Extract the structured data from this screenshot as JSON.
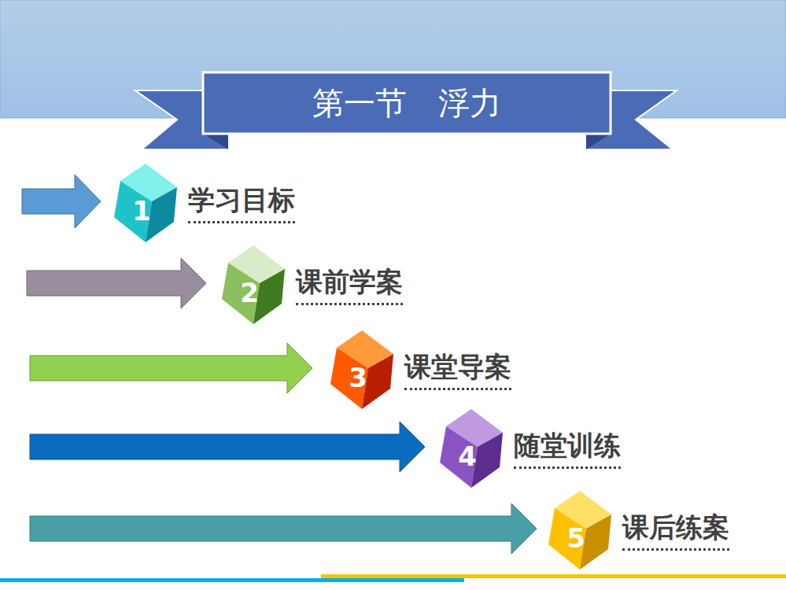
{
  "diagram": {
    "title": "第一节　浮力",
    "nodes": [
      {
        "text": [
          "1",
          "学习目标"
        ]
      },
      {
        "text": [
          "2",
          "课前学案"
        ]
      },
      {
        "text": [
          "3",
          "课堂导案"
        ]
      },
      {
        "text": [
          "4",
          "随堂训练"
        ]
      },
      {
        "text": [
          "5",
          "课后练案"
        ]
      }
    ]
  }
}
